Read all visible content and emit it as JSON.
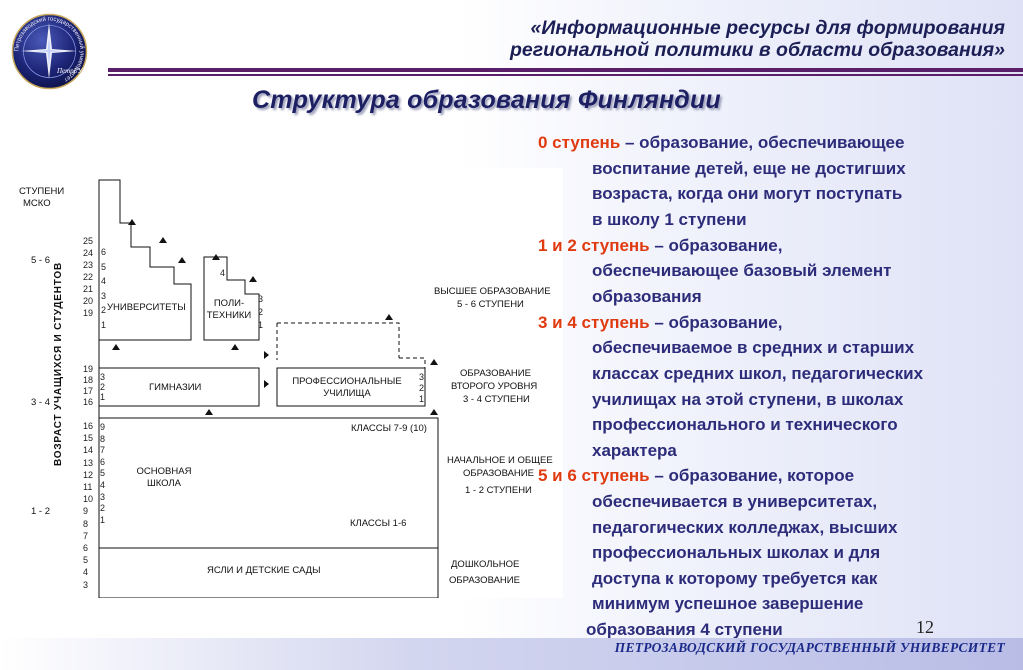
{
  "header": {
    "line1": "«Информационные ресурсы для формирования",
    "line2": "региональной политики в области образования»"
  },
  "slide_title": "Структура образования Финляндии",
  "diagram": {
    "levels_label": [
      "СТУПЕНИ",
      "МСКО"
    ],
    "level_rows": [
      "5 - 6",
      "3 - 4",
      "1 - 2"
    ],
    "age_axis_label": "ВОЗРАСТ УЧАЩИХСЯ И СТУДЕНТОВ",
    "ages_univ": [
      "25",
      "24",
      "23",
      "22",
      "21",
      "20",
      "19"
    ],
    "ages_gym": [
      "19",
      "18",
      "17",
      "16"
    ],
    "ages_basic": [
      "16",
      "15",
      "14",
      "13",
      "12",
      "11",
      "10",
      "9",
      "8",
      "7",
      "6",
      "5",
      "4",
      "3"
    ],
    "univ_years": [
      "6",
      "5",
      "4",
      "3",
      "2",
      "1"
    ],
    "poly_years": [
      "4",
      "3",
      "2",
      "1"
    ],
    "gym_years": [
      "3",
      "2",
      "1"
    ],
    "voc_years": [
      "3",
      "2",
      "1"
    ],
    "basic_years": [
      "9",
      "8",
      "7",
      "6",
      "5",
      "4",
      "3",
      "2",
      "1"
    ],
    "boxes": {
      "universities": "УНИВЕРСИТЕТЫ",
      "poly1": "ПОЛИ-",
      "poly2": "ТЕХНИКИ",
      "gymnasium": "ГИМНАЗИИ",
      "voc1": "ПРОФЕССИОНАЛЬНЫЕ",
      "voc2": "УЧИЛИЩА",
      "classes_7_9": "КЛАССЫ 7-9 (10)",
      "basic1": "ОСНОВНАЯ",
      "basic2": "ШКОЛА",
      "classes_1_6": "КЛАССЫ 1-6",
      "kindergarten": "ЯСЛИ И ДЕТСКИЕ САДЫ"
    },
    "right_labels": {
      "higher1": "ВЫСШЕЕ ОБРАЗОВАНИЕ",
      "higher2": "5 - 6 СТУПЕНИ",
      "second1": "ОБРАЗОВАНИЕ",
      "second2": "ВТОРОГО УРОВНЯ",
      "second3": "3 - 4 СТУПЕНИ",
      "primary1": "НАЧАЛЬНОЕ И ОБЩЕЕ",
      "primary2": "ОБРАЗОВАНИЕ",
      "primary3": "1 - 2  СТУПЕНИ",
      "preschool1": "ДОШКОЛЬНОЕ",
      "preschool2": "ОБРАЗОВАНИЕ"
    }
  },
  "description": {
    "p0_head": "0 ступень",
    "p0_l1": " – образование, обеспечивающее",
    "p0_l2": "воспитание детей, еще не достигших",
    "p0_l3": "возраста, когда они могут поступать",
    "p0_l4": "в школу 1 ступени",
    "p1_head": "1 и 2 ступень",
    "p1_l1": " – образование,",
    "p1_l2": "обеспечивающее базовый элемент",
    "p1_l3": "образования",
    "p3_head": "3 и 4 ступень",
    "p3_l1": " – образование,",
    "p3_l2": "обеспечиваемое в средних и старших",
    "p3_l3": "классах средних школ, педагогических",
    "p3_l4": "училищах на этой ступени, в школах",
    "p3_l5": "профессионального и технического",
    "p3_l6": "характера",
    "p5_head": "5 и 6 ступень",
    "p5_l1": " – образование, которое",
    "p5_l2": "обеспечивается в университетах,",
    "p5_l3": "педагогических колледжах, высших",
    "p5_l4": "профессиональных школах и для",
    "p5_l5": "доступа к которому требуется как",
    "p5_l6": "минимум успешное завершение",
    "p5_l7": "образования 4 ступени"
  },
  "page_number": "12",
  "footer": "ПЕТРОЗАВОДСКИЙ ГОСУДАРСТВЕННЫЙ УНИВЕРСИТЕТ",
  "logo": {
    "ring_text": "Петрозаводский государственный университет",
    "mark": "ПетрГУ"
  },
  "colors": {
    "header_text": "#1b1f55",
    "rule": "#5b1f6a",
    "highlight": "#e03a10",
    "body_text": "#2c2c7a",
    "footer_text": "#1b2a8a"
  }
}
